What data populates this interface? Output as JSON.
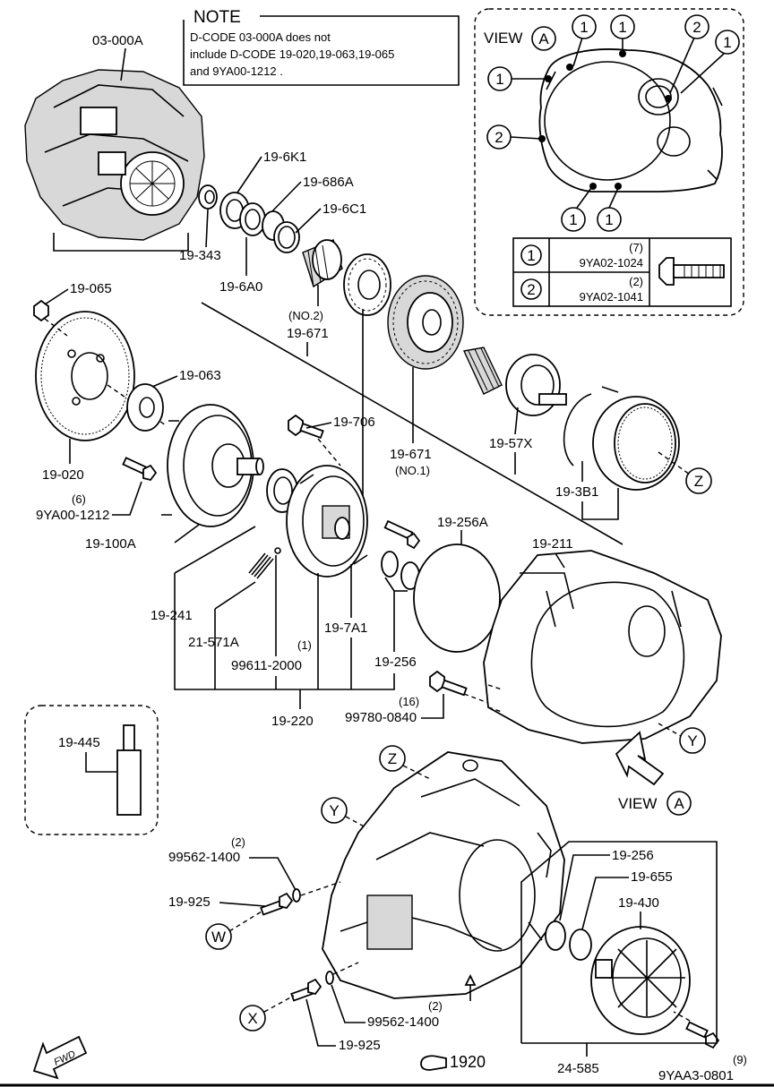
{
  "note": {
    "title": "NOTE",
    "lines": [
      "D-CODE 03-000A does not",
      "include D-CODE 19-020,19-063,19-065",
      "and 9YA00-1212 ."
    ]
  },
  "view_a": {
    "title": "VIEW",
    "letter": "A",
    "callouts": [
      "1",
      "2"
    ],
    "table": [
      {
        "ref": "1",
        "qty": "(7)",
        "part": "9YA02-1024"
      },
      {
        "ref": "2",
        "qty": "(2)",
        "part": "9YA02-1041"
      }
    ]
  },
  "view_letters": {
    "z": "Z",
    "y": "Y",
    "w": "W",
    "x": "X"
  },
  "arrow_view": {
    "title": "VIEW",
    "letter": "A"
  },
  "labels": {
    "l03000a": "03-000A",
    "l196k1": "19-6K1",
    "l19686a": "19-686A",
    "l196c1": "19-6C1",
    "l19343": "19-343",
    "l196a0": "19-6A0",
    "lno2": "(NO.2)",
    "l19671a": "19-671",
    "l19065": "19-065",
    "l19063": "19-063",
    "l19706": "19-706",
    "l19671b": "19-671",
    "lno1": "(NO.1)",
    "l1957x": "19-57X",
    "l19020": "19-020",
    "lq6": "(6)",
    "l9ya001212": "9YA00-1212",
    "l193b1": "19-3B1",
    "l19100a": "19-100A",
    "l19256a": "19-256A",
    "l19211": "19-211",
    "l19241": "19-241",
    "l21571a": "21-571A",
    "lq1": "(1)",
    "l996112000": "99611-2000",
    "l197a1": "19-7A1",
    "l19256": "19-256",
    "l19220": "19-220",
    "lq16": "(16)",
    "l997800840": "99780-0840",
    "l19445": "19-445",
    "lq2a": "(2)",
    "l995621400a": "99562-1400",
    "l19925a": "19-925",
    "l19256b": "19-256",
    "l19655": "19-655",
    "l194j0": "19-4J0",
    "lq2b": "(2)",
    "l995621400b": "99562-1400",
    "l19925b": "19-925",
    "l1920": "1920",
    "l24585": "24-585",
    "lq9": "(9)",
    "l9yaa30801": "9YAA3-0801",
    "fwd": "FWD"
  }
}
